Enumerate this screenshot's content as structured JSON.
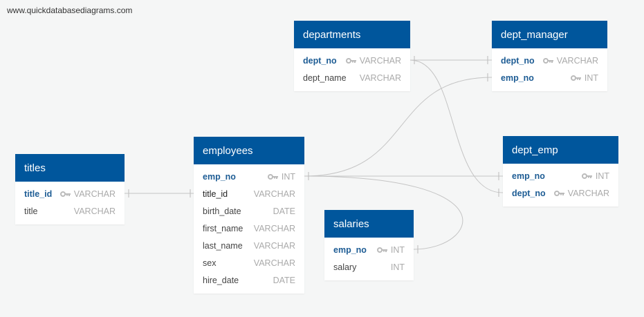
{
  "watermark": "www.quickdatabasediagrams.com",
  "colors": {
    "header": "#00569c",
    "key_field": "#1d5c94",
    "line": "#c4c4c4",
    "background": "#f5f6f6"
  },
  "tables": {
    "departments": {
      "name": "departments",
      "fields": [
        {
          "name": "dept_no",
          "type": "VARCHAR",
          "key": true
        },
        {
          "name": "dept_name",
          "type": "VARCHAR",
          "key": false
        }
      ]
    },
    "dept_manager": {
      "name": "dept_manager",
      "fields": [
        {
          "name": "dept_no",
          "type": "VARCHAR",
          "key": true
        },
        {
          "name": "emp_no",
          "type": "INT",
          "key": true
        }
      ]
    },
    "titles": {
      "name": "titles",
      "fields": [
        {
          "name": "title_id",
          "type": "VARCHAR",
          "key": true
        },
        {
          "name": "title",
          "type": "VARCHAR",
          "key": false
        }
      ]
    },
    "employees": {
      "name": "employees",
      "fields": [
        {
          "name": "emp_no",
          "type": "INT",
          "key": true
        },
        {
          "name": "title_id",
          "type": "VARCHAR",
          "key": false
        },
        {
          "name": "birth_date",
          "type": "DATE",
          "key": false
        },
        {
          "name": "first_name",
          "type": "VARCHAR",
          "key": false
        },
        {
          "name": "last_name",
          "type": "VARCHAR",
          "key": false
        },
        {
          "name": "sex",
          "type": "VARCHAR",
          "key": false
        },
        {
          "name": "hire_date",
          "type": "DATE",
          "key": false
        }
      ]
    },
    "dept_emp": {
      "name": "dept_emp",
      "fields": [
        {
          "name": "emp_no",
          "type": "INT",
          "key": true
        },
        {
          "name": "dept_no",
          "type": "VARCHAR",
          "key": true
        }
      ]
    },
    "salaries": {
      "name": "salaries",
      "fields": [
        {
          "name": "emp_no",
          "type": "INT",
          "key": true
        },
        {
          "name": "salary",
          "type": "INT",
          "key": false
        }
      ]
    }
  },
  "relationships": [
    {
      "from": "titles.title_id",
      "to": "employees.title_id"
    },
    {
      "from": "departments.dept_no",
      "to": "dept_manager.dept_no"
    },
    {
      "from": "departments.dept_no",
      "to": "dept_emp.dept_no"
    },
    {
      "from": "employees.emp_no",
      "to": "dept_manager.emp_no"
    },
    {
      "from": "employees.emp_no",
      "to": "dept_emp.emp_no"
    },
    {
      "from": "employees.emp_no",
      "to": "salaries.emp_no"
    }
  ]
}
